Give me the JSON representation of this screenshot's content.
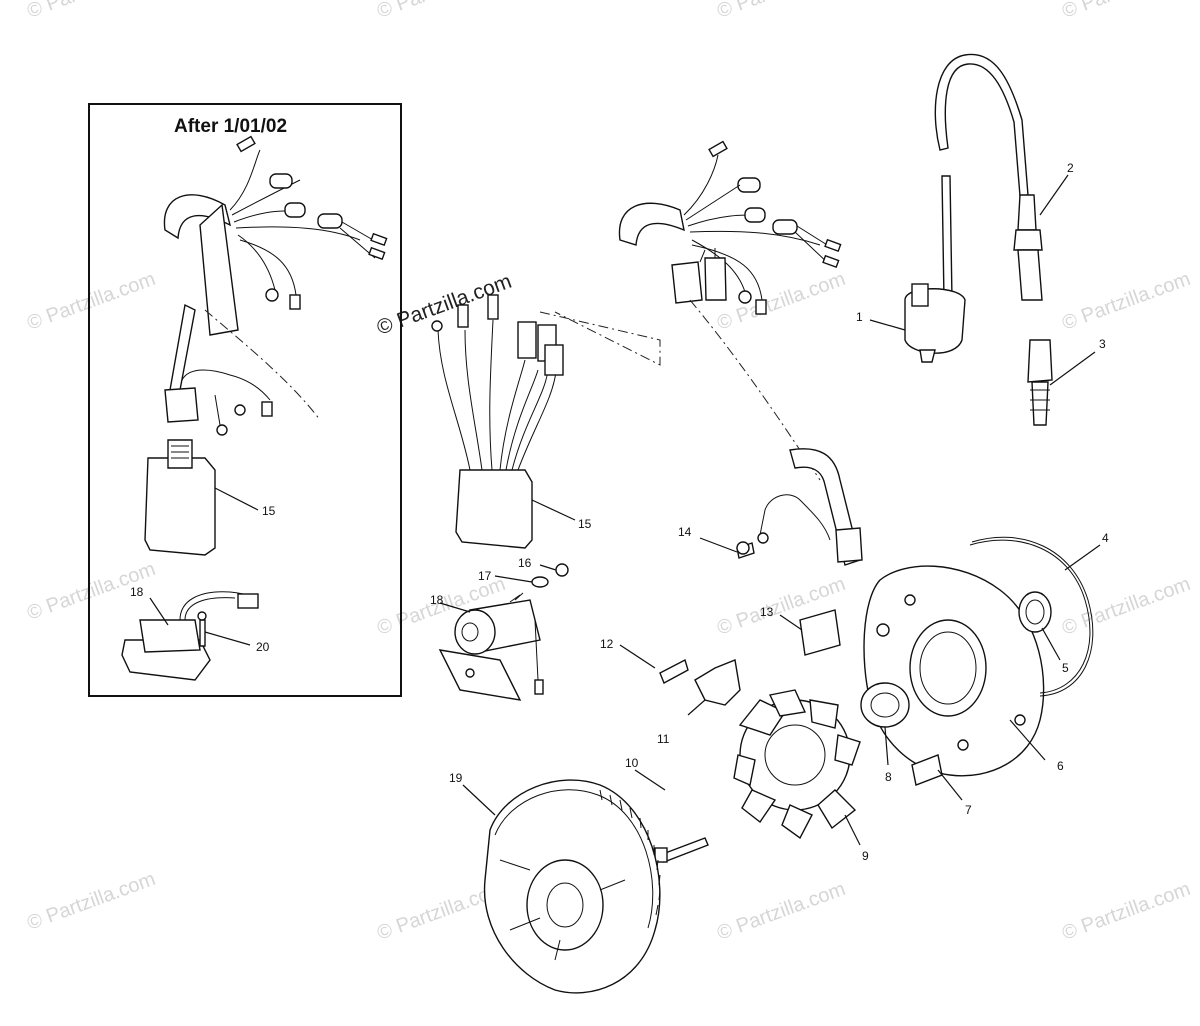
{
  "watermark": {
    "main": "© Partzilla.com",
    "faded": "© Partzilla.com"
  },
  "inset": {
    "title": "After 1/01/02"
  },
  "callouts": {
    "c1": "1",
    "c2": "2",
    "c3": "3",
    "c4": "4",
    "c5": "5",
    "c6": "6",
    "c7": "7",
    "c8": "8",
    "c9": "9",
    "c10": "10",
    "c11": "11",
    "c12": "12",
    "c13": "13",
    "c14": "14",
    "c15a": "15",
    "c15b": "15",
    "c16": "16",
    "c17": "17",
    "c18a": "18",
    "c18b": "18",
    "c19": "19",
    "c20": "20"
  }
}
